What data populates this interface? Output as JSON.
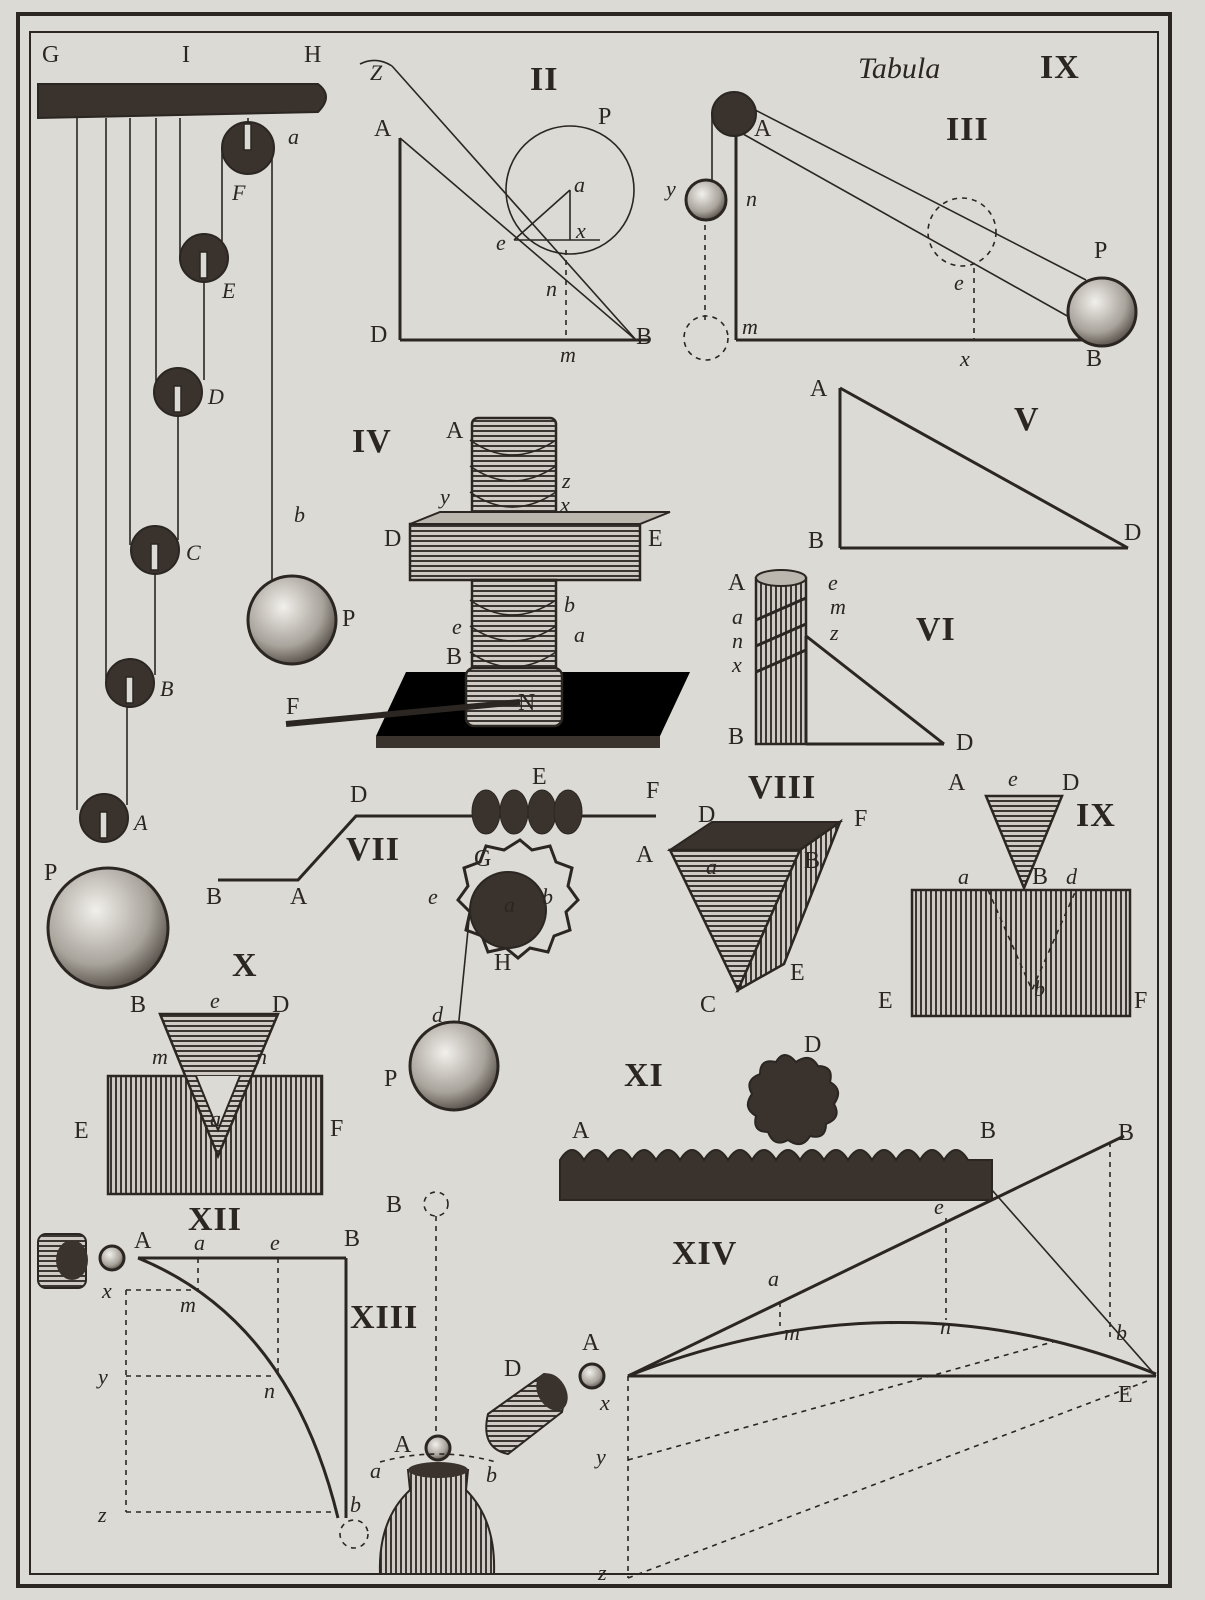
{
  "plate": {
    "title_word": "Tabula",
    "title_numeral": "IX"
  },
  "figures": {
    "fig1": {
      "labels": [
        "G",
        "I",
        "H",
        "a",
        "F",
        "E",
        "D",
        "C",
        "B",
        "A",
        "P",
        "b",
        "P"
      ]
    },
    "fig2": {
      "numeral": "II",
      "labels": [
        "Z",
        "A",
        "P",
        "a",
        "x",
        "e",
        "n",
        "D",
        "B",
        "m"
      ]
    },
    "fig3": {
      "numeral": "III",
      "labels": [
        "A",
        "y",
        "n",
        "e",
        "P",
        "m",
        "x",
        "B"
      ]
    },
    "fig4": {
      "numeral": "IV",
      "labels": [
        "A",
        "z",
        "y",
        "x",
        "D",
        "E",
        "b",
        "e",
        "a",
        "B",
        "F",
        "N"
      ]
    },
    "fig5": {
      "numeral": "V",
      "labels": [
        "A",
        "B",
        "D"
      ]
    },
    "fig6": {
      "numeral": "VI",
      "labels": [
        "A",
        "e",
        "a",
        "m",
        "n",
        "z",
        "x",
        "B",
        "D"
      ]
    },
    "fig7": {
      "numeral": "VII",
      "labels": [
        "D",
        "E",
        "F",
        "B",
        "A",
        "G",
        "e",
        "a",
        "b",
        "H",
        "d",
        "P"
      ]
    },
    "fig8": {
      "numeral": "VIII",
      "labels": [
        "D",
        "F",
        "A",
        "a",
        "B",
        "C",
        "E"
      ]
    },
    "fig9": {
      "numeral": "IX",
      "labels": [
        "A",
        "e",
        "D",
        "a",
        "B",
        "d",
        "E",
        "F",
        "b"
      ]
    },
    "fig10": {
      "numeral": "X",
      "labels": [
        "B",
        "e",
        "D",
        "m",
        "n",
        "a",
        "E",
        "F"
      ]
    },
    "fig11": {
      "numeral": "XI",
      "labels": [
        "D",
        "A",
        "B"
      ]
    },
    "fig12": {
      "numeral": "XII",
      "labels": [
        "A",
        "a",
        "e",
        "B",
        "x",
        "m",
        "y",
        "n",
        "z",
        "b"
      ]
    },
    "fig13": {
      "numeral": "XIII",
      "labels": [
        "B",
        "A",
        "a",
        "b"
      ]
    },
    "fig14": {
      "numeral": "XIV",
      "labels": [
        "B",
        "e",
        "a",
        "m",
        "n",
        "b",
        "E",
        "D",
        "A",
        "x",
        "y",
        "z"
      ]
    }
  }
}
